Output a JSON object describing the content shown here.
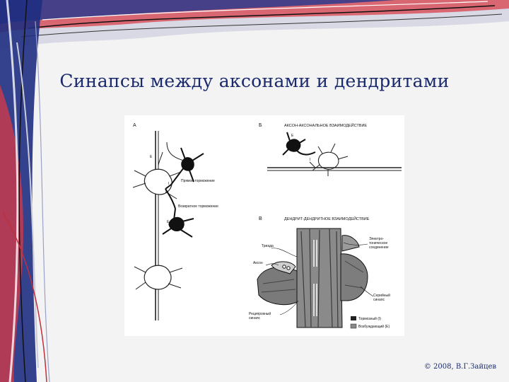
{
  "slide": {
    "title": "Синапсы между аксонами и дендритами",
    "copyright": "© 2008, В.Г.Зайцев"
  },
  "figure": {
    "panel_a": {
      "letter": "А",
      "label_direct": "Прямое торможение",
      "label_recurrent": "Возвратное торможение",
      "mark_e": "Е",
      "mark_i": "I"
    },
    "panel_b": {
      "letter": "Б",
      "heading": "АКСОН-АКСОНАЛЬНОЕ ВЗАИМОДЕЙСТВИЕ",
      "mark_e": "Е",
      "mark_i": "I"
    },
    "panel_c": {
      "letter": "В",
      "heading": "ДЕНДРИТ-ДЕНДРИТНОЕ ВЗАИМОДЕЙСТВИЕ",
      "label_triad": "Триада",
      "label_axon": "Аксон",
      "label_electrotonic": "Электро-\nтоническое\nсоединение",
      "label_serial": "Серийный\nсинапс",
      "label_reciprocal": "Реципрокный\nсинапс",
      "legend_inhibitory": "Тормозный (I)",
      "legend_excitatory": "Возбуждающий (Е)"
    }
  }
}
